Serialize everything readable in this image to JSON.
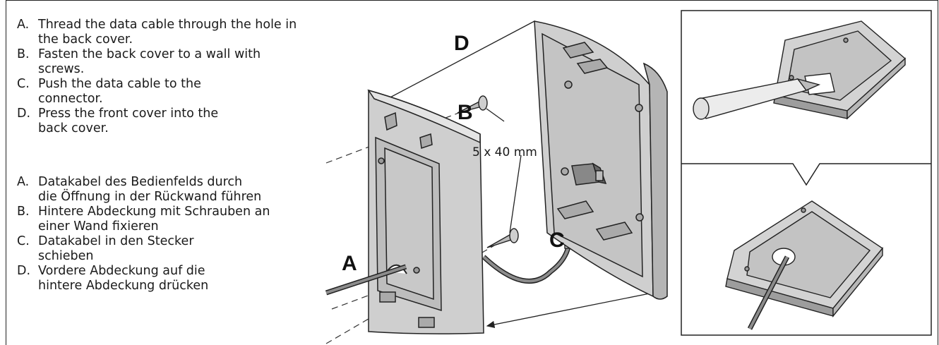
{
  "english_steps": [
    {
      "key": "A.",
      "line1": "Thread the data cable through the hole in",
      "line2": "the back cover."
    },
    {
      "key": "B.",
      "line1": "Fasten the back cover to a wall with",
      "line2": "screws."
    },
    {
      "key": "C.",
      "line1": "Push the data cable to the",
      "line2": "connector."
    },
    {
      "key": "D.",
      "line1": "Press the front cover into the",
      "line2": "back cover."
    }
  ],
  "german_steps": [
    {
      "key": "A.",
      "line1": "Datakabel des Bedienfelds durch",
      "line2": "die Öffnung in der Rückwand führen"
    },
    {
      "key": "B.",
      "line1": "Hintere Abdeckung mit Schrauben an",
      "line2": "einer Wand fixieren"
    },
    {
      "key": "C.",
      "line1": "Datakabel in den Stecker",
      "line2": "schieben"
    },
    {
      "key": "D.",
      "line1": "Vordere Abdeckung auf die",
      "line2": "hintere Abdeckung drücken"
    }
  ],
  "callouts": {
    "a": "A",
    "b": "B",
    "c": "C",
    "d": "D"
  },
  "screw_size": "5 x 40 mm",
  "colors": {
    "device_gray": "#cfcfcf",
    "device_dark": "#8e8e8e",
    "outline": "#222222"
  }
}
